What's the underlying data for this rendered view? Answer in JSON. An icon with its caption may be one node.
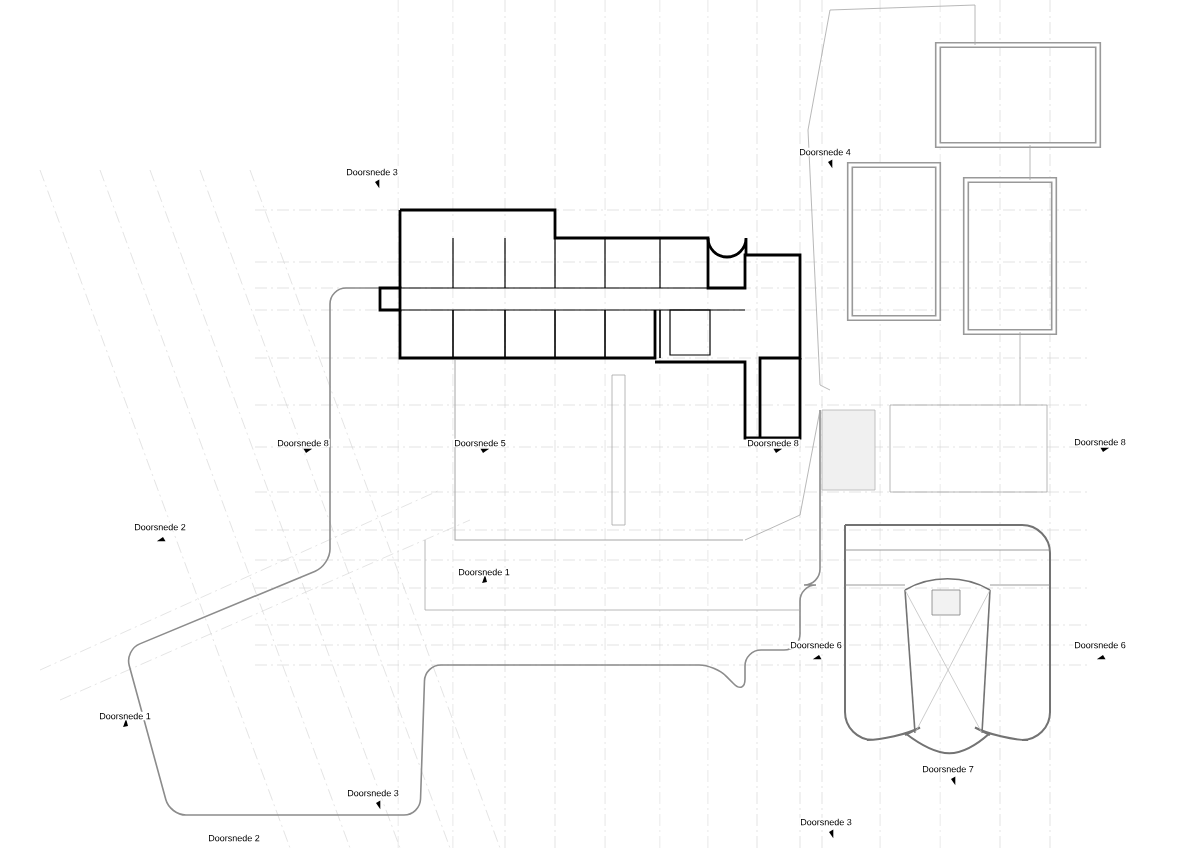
{
  "diagram": {
    "labels": [
      "Doorsnede 4",
      "Doorsnede 3",
      "Doorsnede 8",
      "Doorsnede 5",
      "Doorsnede 8",
      "Doorsnede 8",
      "Doorsnede 2",
      "Doorsnede 1",
      "Doorsnede 6",
      "Doorsnede 6",
      "Doorsnede 1",
      "Doorsnede 7",
      "Doorsnede 3",
      "Doorsnede 3",
      "Doorsnede 2"
    ]
  }
}
